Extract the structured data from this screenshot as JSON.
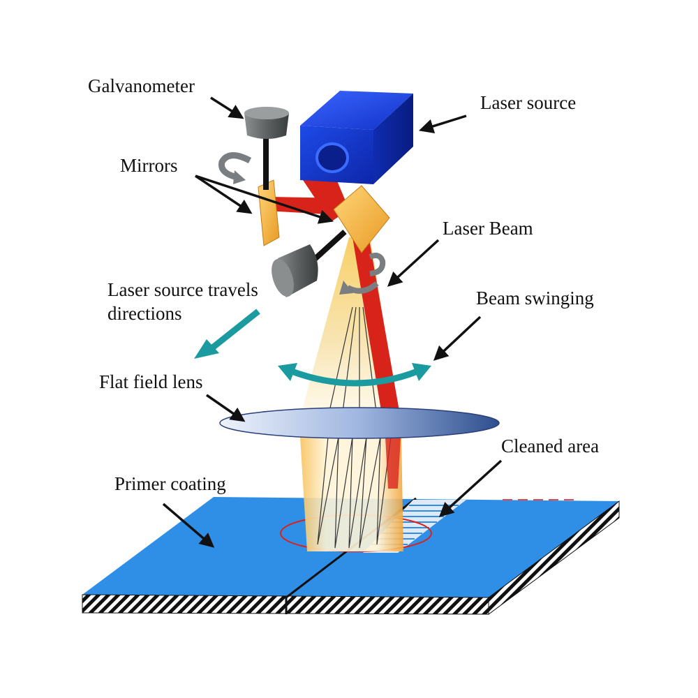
{
  "labels": {
    "galvanometer": "Galvanometer",
    "laser_source": "Laser source",
    "mirrors": "Mirrors",
    "laser_beam": "Laser Beam",
    "travel_line1": "Laser source travels",
    "travel_line2": "directions",
    "beam_swinging": "Beam swinging",
    "flat_field_lens": "Flat field lens",
    "cleaned_area": "Cleaned area",
    "primer_coating": "Primer coating"
  },
  "colors": {
    "laser_source_box": "#1a3fd6",
    "laser_beam": "#d8231b",
    "mirror": "#f5b13c",
    "coating": "#2f8fe6",
    "lens": "#9fb6e0",
    "swing_arrow": "#1b9aa0",
    "galvanometer": "#6b6f70"
  }
}
